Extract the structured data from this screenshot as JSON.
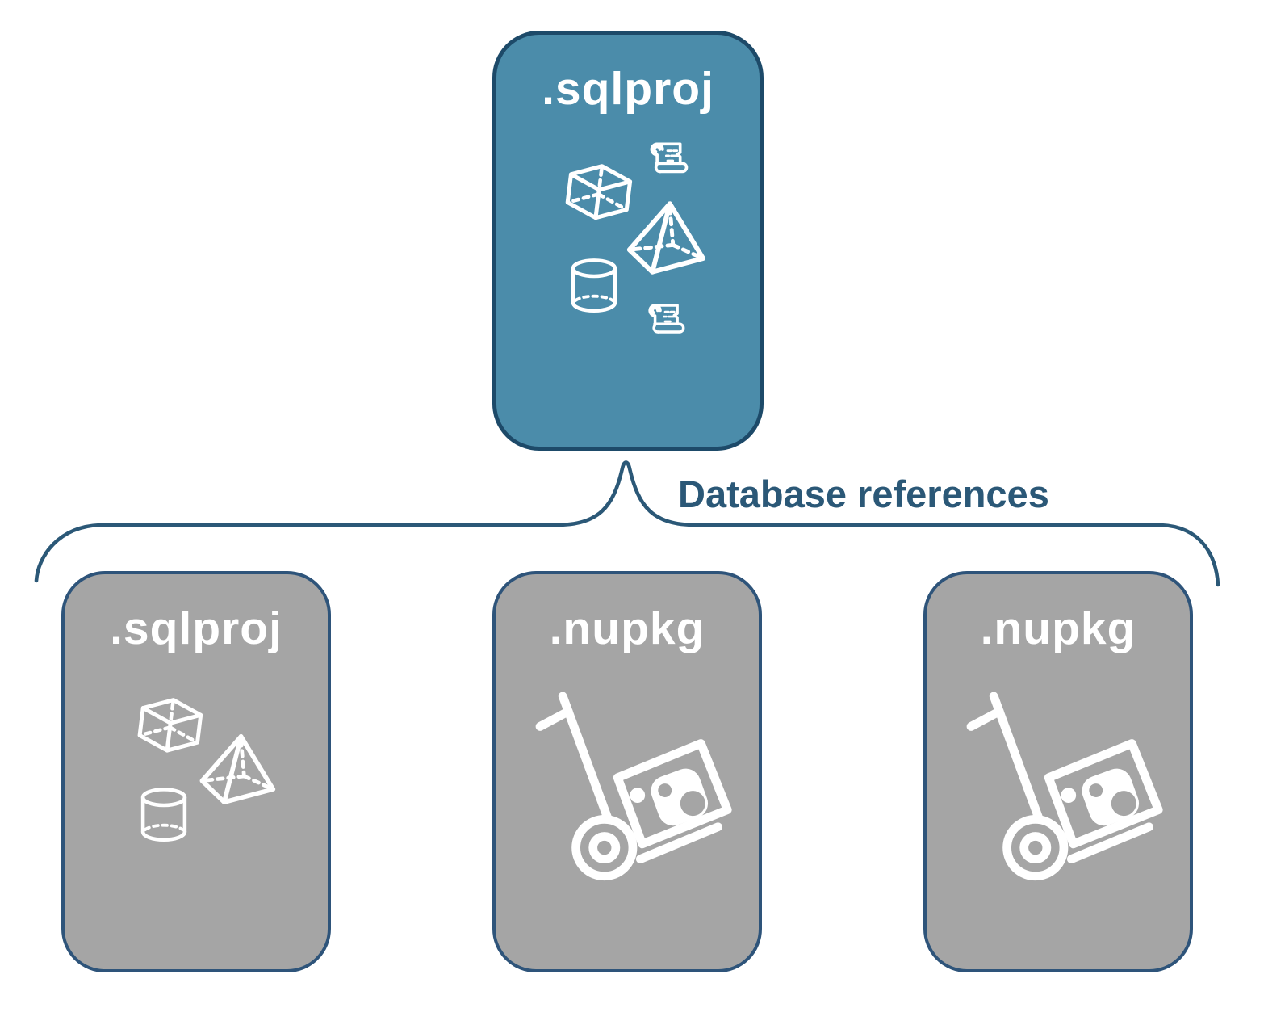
{
  "colors": {
    "root_fill_teal": "#4b8caa",
    "root_border_navy": "#1d4a69",
    "child_fill_gray": "#a5a5a5",
    "child_border_navy": "#2e547a",
    "connector_navy": "#2b5877",
    "icon_white": "#ffffff",
    "background": "#ffffff"
  },
  "root_node": {
    "label": ".sqlproj",
    "icons": [
      "scroll-icon",
      "cube-icon",
      "pyramid-icon",
      "cylinder-icon",
      "scroll-icon"
    ]
  },
  "connector": {
    "label": "Database references"
  },
  "child_nodes": [
    {
      "label": ".sqlproj",
      "icons": [
        "cube-icon",
        "pyramid-icon",
        "cylinder-icon"
      ]
    },
    {
      "label": ".nupkg",
      "icons": [
        "nuget-package-handtruck-icon"
      ]
    },
    {
      "label": ".nupkg",
      "icons": [
        "nuget-package-handtruck-icon"
      ]
    }
  ]
}
